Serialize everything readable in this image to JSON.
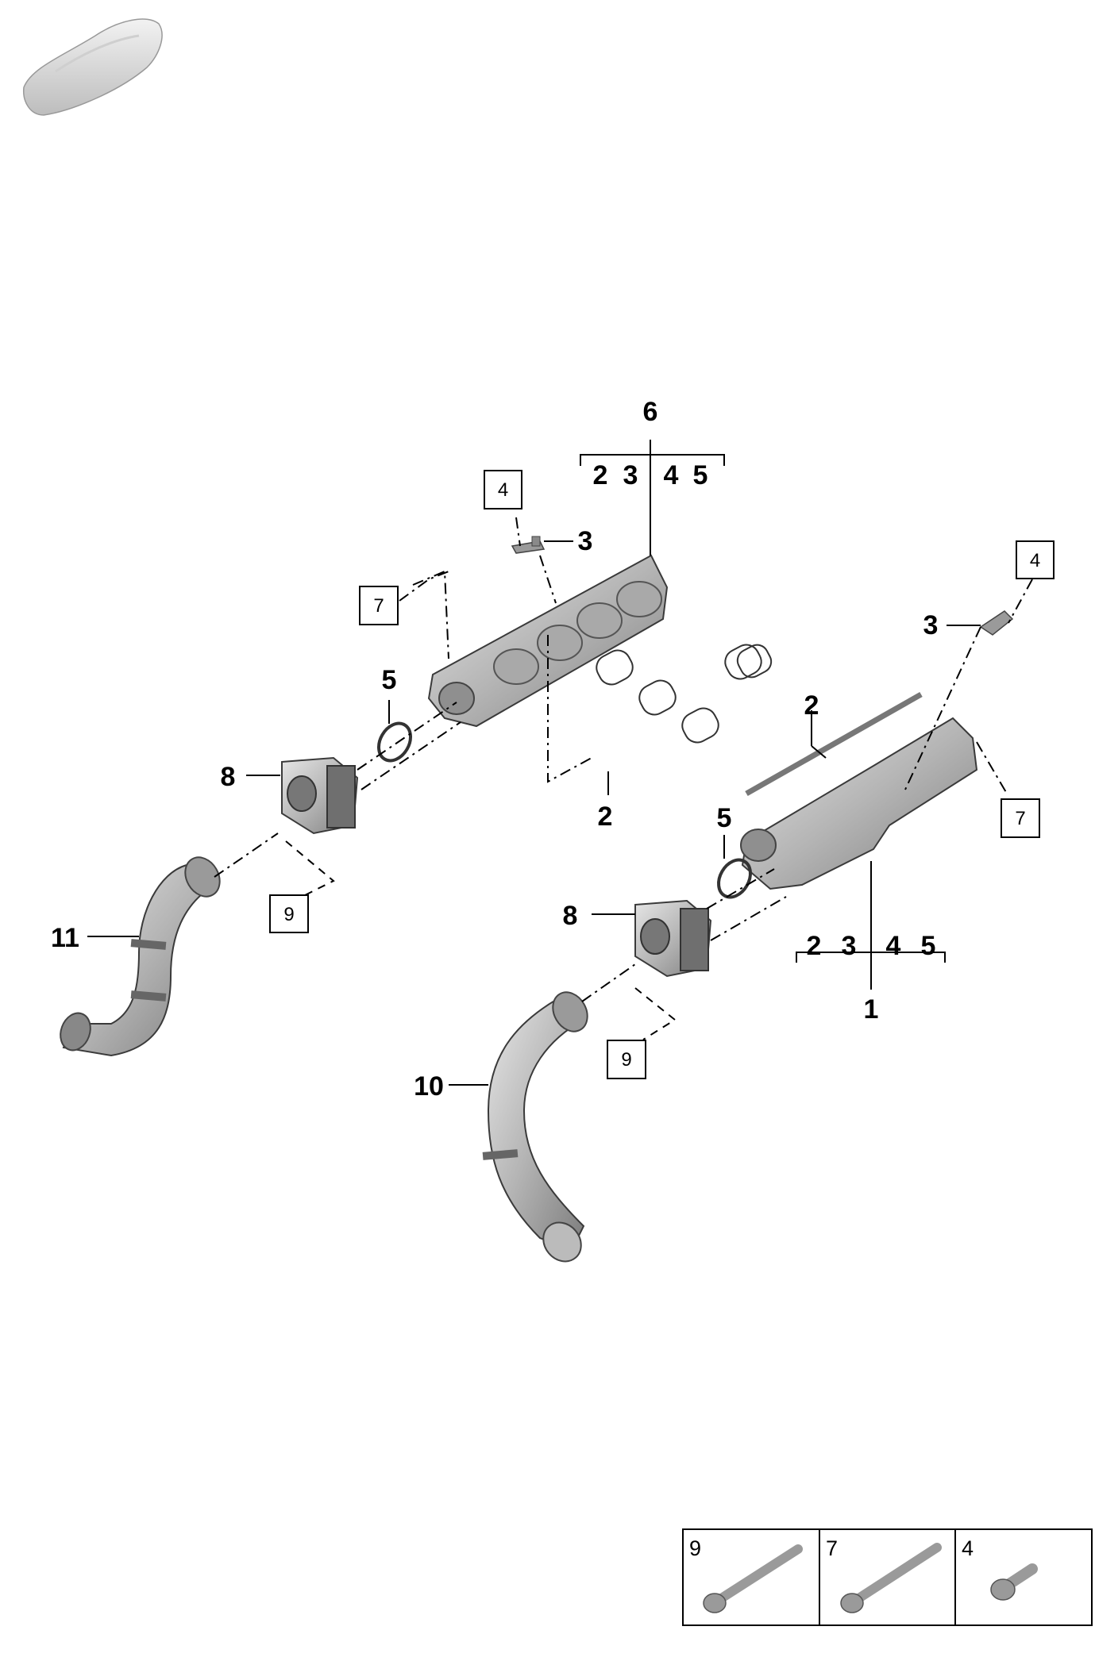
{
  "callouts": {
    "group_left_top": "6",
    "group_left_items": [
      "2",
      "3",
      "4",
      "5"
    ],
    "group_right_bottom": "1",
    "group_right_items": [
      "2",
      "3",
      "4",
      "5"
    ],
    "sensor_left": "3",
    "sensor_right": "3",
    "gasket_top_right": "2",
    "gasket_left_manifold": "2",
    "oring_left": "5",
    "oring_right": "5",
    "throttle_left": "8",
    "throttle_right": "8",
    "pipe_left": "11",
    "pipe_right": "10"
  },
  "boxed_refs": {
    "box_4_left": "4",
    "box_4_right": "4",
    "box_7_left": "7",
    "box_7_right": "7",
    "box_9_left": "9",
    "box_9_right": "9"
  },
  "legend": {
    "cells": [
      {
        "num": "9",
        "icon": "long-screw-icon"
      },
      {
        "num": "7",
        "icon": "long-screw-icon"
      },
      {
        "num": "4",
        "icon": "short-screw-icon"
      }
    ]
  },
  "colors": {
    "part_fill": "#b9b9b9",
    "part_dark": "#8a8a8a",
    "line": "#000000"
  }
}
